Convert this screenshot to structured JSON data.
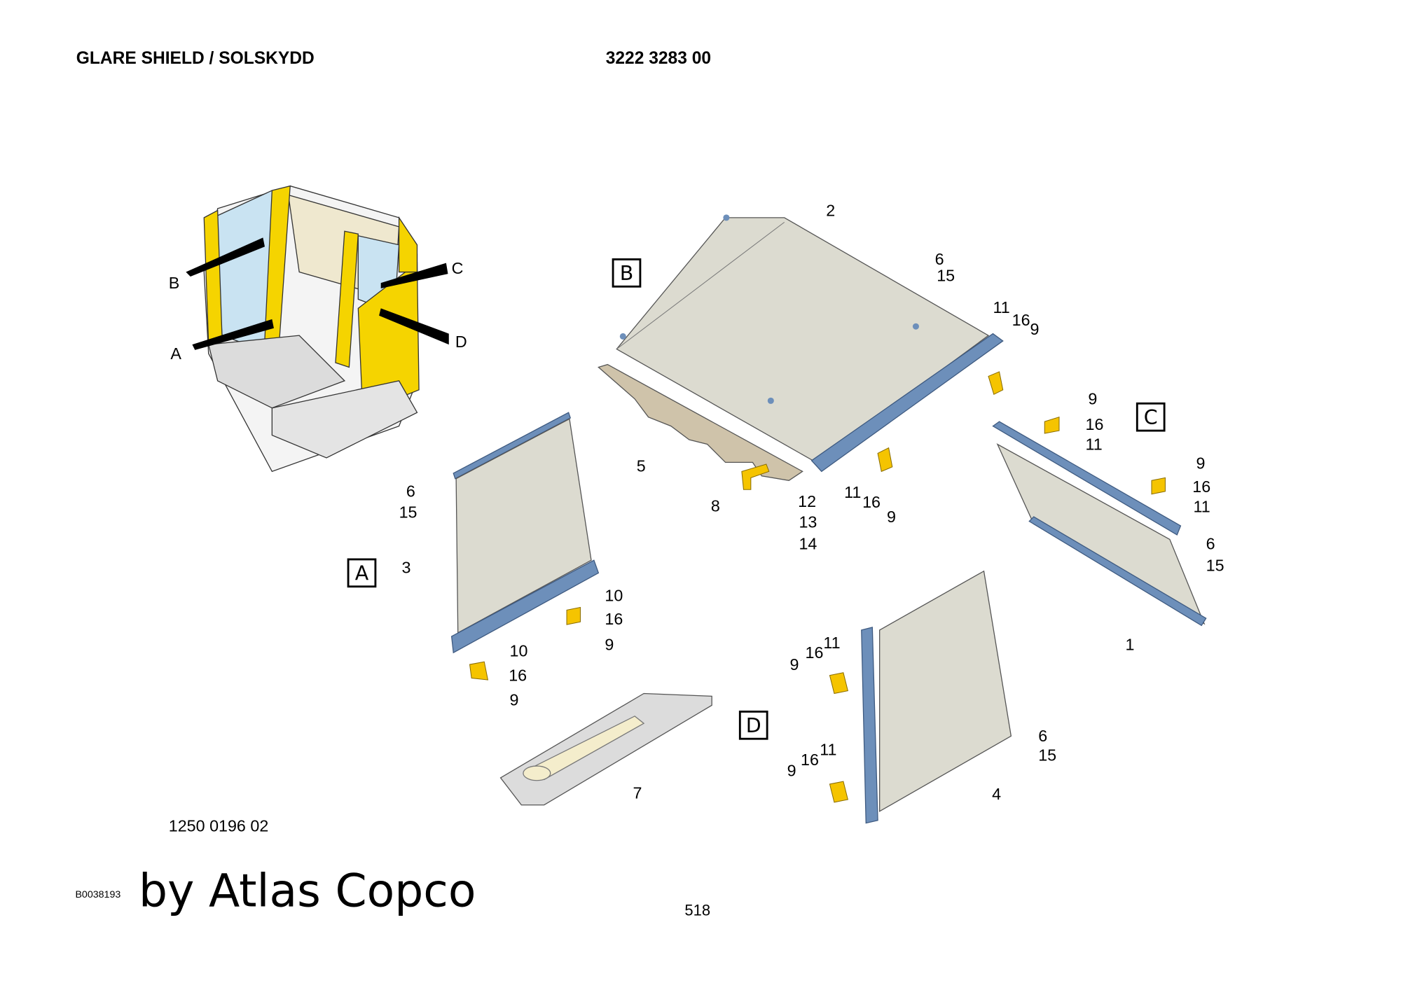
{
  "header": {
    "title": "GLARE SHIELD / SOLSKYDD",
    "part_number": "3222 3283 00"
  },
  "footer": {
    "drawing_number": "1250 0196 02",
    "image_code": "B0038193",
    "brand": "by Atlas Copco",
    "page_number": "518"
  },
  "overview_labels": [
    "B",
    "C",
    "A",
    "D"
  ],
  "view_boxes": [
    "B",
    "C",
    "A",
    "D"
  ],
  "callouts": [
    "2",
    "6",
    "15",
    "11",
    "16",
    "9",
    "9",
    "16",
    "11",
    "9",
    "16",
    "11",
    "6",
    "15",
    "1",
    "5",
    "8",
    "12",
    "13",
    "14",
    "11",
    "16",
    "9",
    "6",
    "15",
    "3",
    "10",
    "16",
    "9",
    "10",
    "16",
    "9",
    "7",
    "11",
    "16",
    "9",
    "11",
    "16",
    "9",
    "6",
    "15",
    "4"
  ],
  "colors": {
    "cab_yellow": "#f5d400",
    "rail_blue": "#6d8fba",
    "panel_grey": "#dcdbd0",
    "clip_yellow": "#f5c400"
  }
}
